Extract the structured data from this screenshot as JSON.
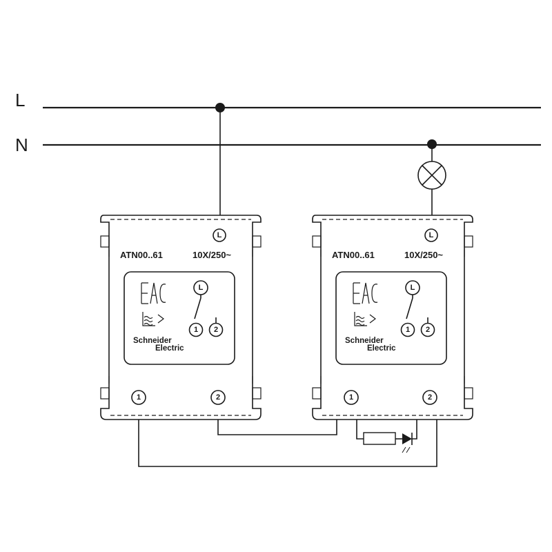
{
  "bus": {
    "line_label": "L",
    "neutral_label": "N"
  },
  "switches": [
    {
      "model": "ATN00..61",
      "rating": "10X/250~",
      "terminal_top": "L",
      "terminal_1": "1",
      "terminal_2": "2",
      "inner_terminal_top": "L",
      "inner_terminal_1": "1",
      "inner_terminal_2": "2",
      "brand_line1": "Schneider",
      "brand_line2": "Electric"
    },
    {
      "model": "ATN00..61",
      "rating": "10X/250~",
      "terminal_top": "L",
      "terminal_1": "1",
      "terminal_2": "2",
      "inner_terminal_top": "L",
      "inner_terminal_1": "1",
      "inner_terminal_2": "2",
      "brand_line1": "Schneider",
      "brand_line2": "Electric"
    }
  ],
  "icons": {
    "lamp": "lamp-icon",
    "led": "led-icon",
    "resistor": "resistor-icon",
    "eac_mark": "eac-mark-icon",
    "water_protection": "water-protection-icon"
  },
  "colors": {
    "ink": "#1a1a1a",
    "background": "#ffffff"
  }
}
